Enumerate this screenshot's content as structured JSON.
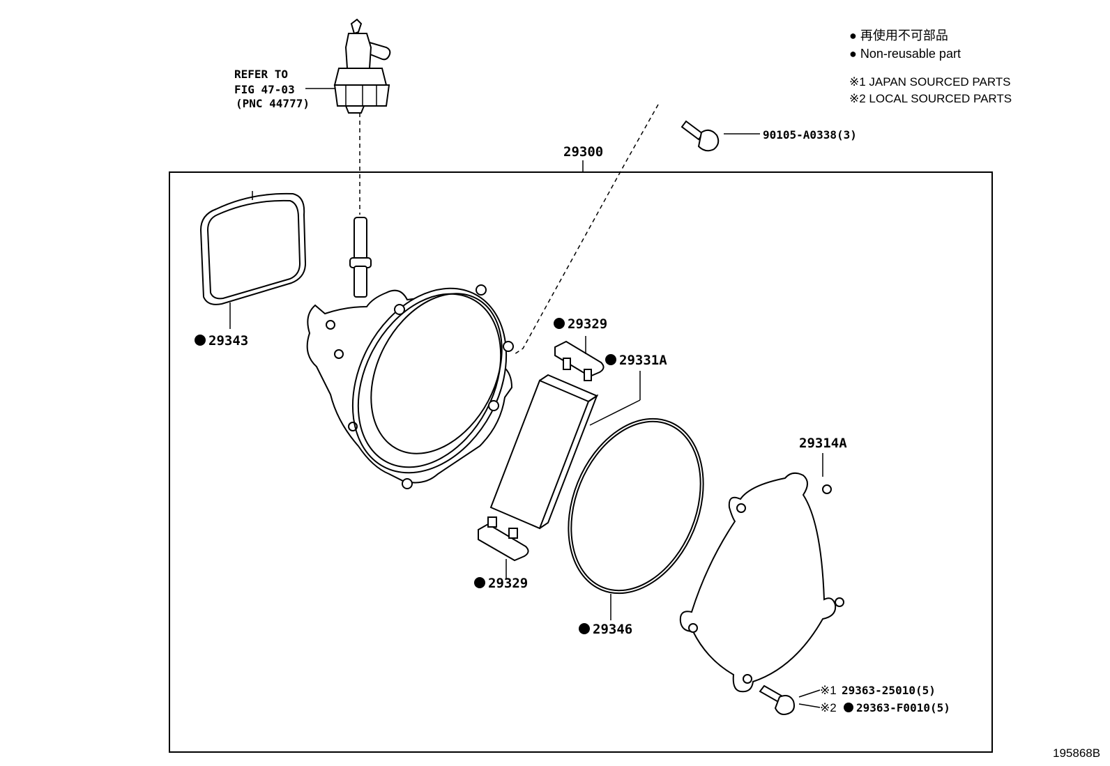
{
  "legend": {
    "line1": "● 再使用不可部品",
    "line2": "● Non-reusable part",
    "line3": "※1 JAPAN SOURCED PARTS",
    "line4": "※2 LOCAL SOURCED PARTS"
  },
  "refer": {
    "line1": "REFER TO",
    "line2": "FIG 47-03",
    "line3": "(PNC 44777)"
  },
  "labels": {
    "assembly": "29300",
    "bolt": "90105-A0338(3)",
    "gasket_left": "29343",
    "vane_top": "29329",
    "rotor": "29331A",
    "vane_bottom": "29329",
    "oring": "29346",
    "cover": "29314A",
    "screw_jp": "29363-25010(5)",
    "screw_jp_mark": "※1",
    "screw_local": "29363-F0010(5)",
    "screw_local_mark": "※2"
  },
  "figure_id": "195868B"
}
